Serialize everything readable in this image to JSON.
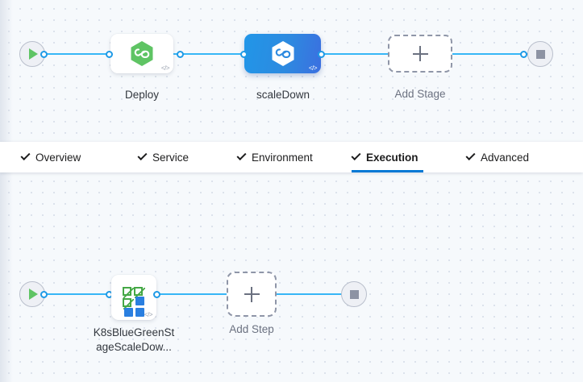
{
  "stage_canvas": {
    "name": "pipeline-stage-canvas",
    "start_node": {
      "icon": "play-icon",
      "label": ""
    },
    "end_node": {
      "icon": "stop-square-icon",
      "label": ""
    },
    "nodes": [
      {
        "id": "deploy",
        "label": "Deploy",
        "icon": "harness-cd-hexagon-icon",
        "selected": false,
        "code_badge": "</>"
      },
      {
        "id": "scaleDown",
        "label": "scaleDown",
        "icon": "harness-cd-hexagon-icon",
        "selected": true,
        "code_badge": "</>"
      }
    ],
    "add_stage": {
      "label": "Add Stage",
      "icon": "plus-icon"
    }
  },
  "tabs": {
    "name": "stage-config-tabs",
    "items": [
      {
        "id": "overview",
        "label": "Overview",
        "check": true,
        "active": false
      },
      {
        "id": "service",
        "label": "Service",
        "check": true,
        "active": false
      },
      {
        "id": "environment",
        "label": "Environment",
        "check": true,
        "active": false
      },
      {
        "id": "execution",
        "label": "Execution",
        "check": true,
        "active": true
      },
      {
        "id": "advanced",
        "label": "Advanced",
        "check": true,
        "active": false
      }
    ]
  },
  "step_canvas": {
    "name": "execution-step-canvas",
    "start_node": {
      "icon": "play-icon"
    },
    "end_node": {
      "icon": "stop-square-icon"
    },
    "nodes": [
      {
        "id": "k8sBlueGreenStageScaleDown",
        "label": "K8sBlueGreenSt\nageScaleDow...",
        "icon": "blue-green-deployment-icon",
        "code_badge": "</>"
      }
    ],
    "add_step": {
      "label": "Add Step",
      "icon": "plus-icon"
    }
  },
  "colors": {
    "accent_blue": "#0278d5",
    "connector_blue": "#37b6f6",
    "selected_node_blue": "#2196e8",
    "harness_green": "#5fc464",
    "canvas_bg": "#f6f9fc",
    "grid_dot": "#d3dae6"
  }
}
